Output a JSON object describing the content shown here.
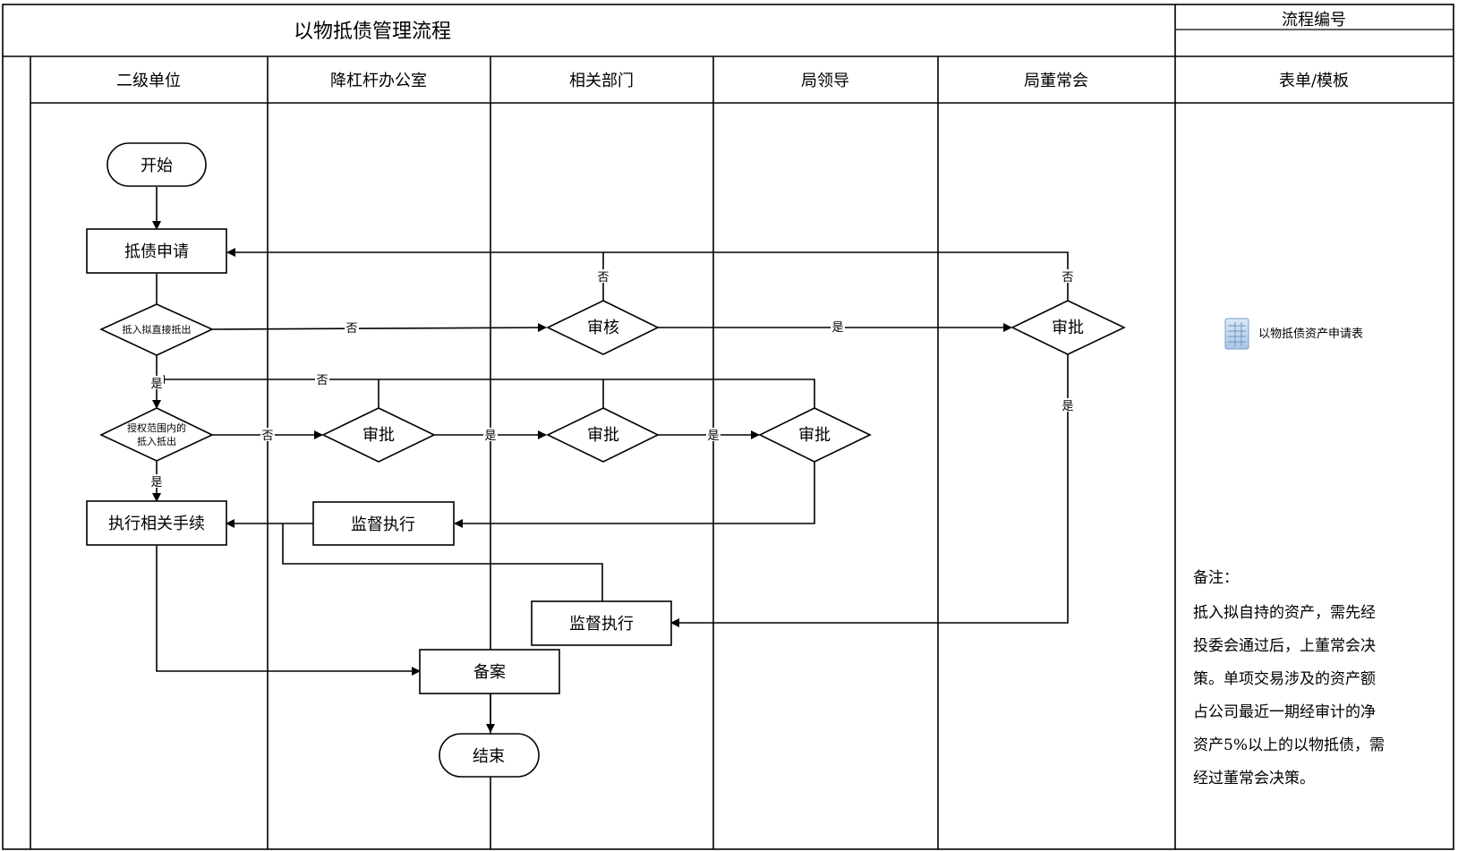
{
  "title": "以物抵债管理流程",
  "code_header": "流程编号",
  "code_value": "",
  "lanes": [
    "二级单位",
    "降杠杆办公室",
    "相关部门",
    "局领导",
    "局董常会",
    "表单/模板"
  ],
  "nodes": {
    "start": "开始",
    "apply": "抵债申请",
    "d1_line1": "抵入拟直接抵出",
    "review": "审核",
    "approve_board": "审批",
    "d2_line1": "授权范围内的",
    "d2_line2": "抵入抵出",
    "approve_office": "审批",
    "approve_dept": "审批",
    "approve_leader": "审批",
    "execute": "执行相关手续",
    "supervise1": "监督执行",
    "supervise2": "监督执行",
    "filing": "备案",
    "end": "结束"
  },
  "labels": {
    "no": "否",
    "yes": "是"
  },
  "form_item": "以物抵债资产申请表",
  "note": {
    "heading": "备注：",
    "lines": [
      "抵入拟自持的资产，需先经",
      "投委会通过后，上董常会决",
      "策。单项交易涉及的资产额",
      "占公司最近一期经审计的净",
      "资产5%以上的以物抵债，需",
      "经过董常会决策。"
    ]
  },
  "icon": "spreadsheet-icon"
}
